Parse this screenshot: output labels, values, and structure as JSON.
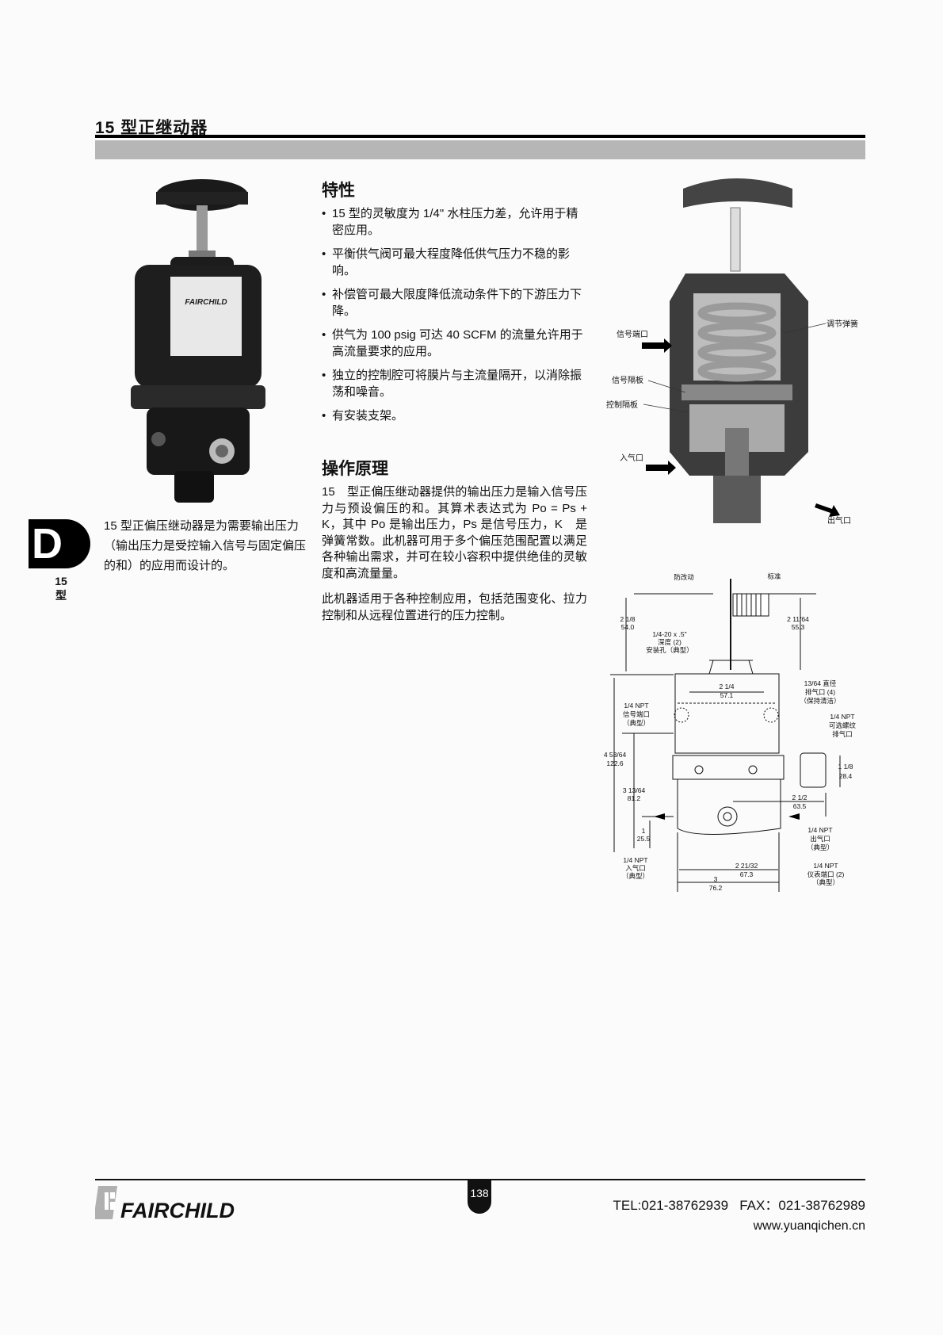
{
  "header": {
    "title": "15 型正继动器"
  },
  "features": {
    "heading": "特性",
    "items": [
      "15 型的灵敏度为 1/4\" 水柱压力差，允许用于精密应用。",
      "平衡供气阀可最大程度降低供气压力不稳的影响。",
      "补偿管可最大限度降低流动条件下的下游压力下降。",
      "供气为 100 psig 可达 40 SCFM 的流量允许用于高流量要求的应用。",
      "独立的控制腔可将膜片与主流量隔开，以消除振荡和噪音。",
      "有安装支架。"
    ]
  },
  "operation": {
    "heading": "操作原理",
    "paragraphs": [
      "15　型正偏压继动器提供的输出压力是输入信号压力与预设偏压的和。其算术表达式为 Po = Ps + K，其中 Po 是输出压力，Ps 是信号压力，K　是弹簧常数。此机器可用于多个偏压范围配置以满足各种输出需求，并可在较小容积中提供绝佳的灵敏度和高流量量。",
      "此机器适用于各种控制应用，包括范围变化、拉力控制和从远程位置进行的压力控制。"
    ]
  },
  "intro": "15 型正偏压继动器是为需要输出压力（输出压力是受控输入信号与固定偏压的和）的应用而设计的。",
  "side_tab": {
    "letter": "D",
    "model": "15",
    "type": "型"
  },
  "photo": {
    "brand_label": "FAIRCHILD"
  },
  "cutaway_labels": {
    "signal_port": "信号端口",
    "range_spring": "调节弹簧",
    "signal_diaphragm": "信号隔板",
    "control_diaphragm": "控制隔板",
    "inlet": "入气口",
    "outlet": "出气口"
  },
  "dimensions": {
    "tamper": "防改动",
    "standard": "标准",
    "d1a": "2 1/8",
    "d1b": "54.0",
    "d2a": "2 11/64",
    "d2b": "55.3",
    "mount1": "1/4-20 x .5\"",
    "mount2": "深度 (2)",
    "mount3": "安装孔（典型）",
    "d3a": "2 1/4",
    "d3b": "57.1",
    "vent1": "13/64 直径",
    "vent2": "排气口 (4)",
    "vent3": "（保持清洁）",
    "sig1": "1/4 NPT",
    "sig2": "信号端口",
    "sig3": "（典型）",
    "opt1": "1/4 NPT",
    "opt2": "可选螺纹",
    "opt3": "排气口",
    "d4a": "4 53/64",
    "d4b": "122.6",
    "d5a": "1 1/8",
    "d5b": "28.4",
    "d6a": "3 13/64",
    "d6b": "81.2",
    "d7a": "2 1/2",
    "d7b": "63.5",
    "d8a": "1",
    "d8b": "25.5",
    "out1": "1/4 NPT",
    "out2": "出气口",
    "out3": "（典型）",
    "in1": "1/4 NPT",
    "in2": "入气口",
    "in3": "（典型）",
    "d9a": "2 21/32",
    "d9b": "67.3",
    "gauge1": "1/4 NPT",
    "gauge2": "仪表端口 (2)",
    "gauge3": "（典型）",
    "d10a": "3",
    "d10b": "76.2"
  },
  "footer": {
    "logo": "FAIRCHILD",
    "page_number": "138",
    "contact": "TEL:021-38762939   FAX：021-38762989",
    "website": "www.yuanqichen.cn"
  }
}
